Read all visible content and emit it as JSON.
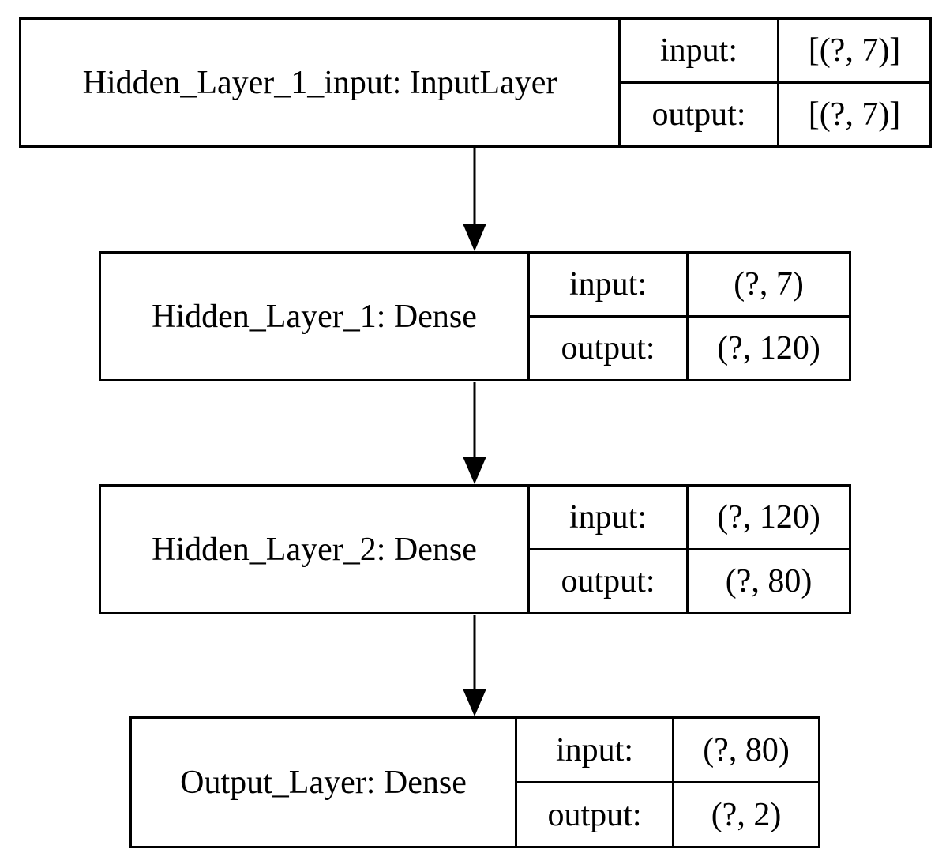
{
  "layers": [
    {
      "name": "Hidden_Layer_1_input: InputLayer",
      "input_label": "input:",
      "input_shape": "[(?, 7)]",
      "output_label": "output:",
      "output_shape": "[(?, 7)]"
    },
    {
      "name": "Hidden_Layer_1: Dense",
      "input_label": "input:",
      "input_shape": "(?, 7)",
      "output_label": "output:",
      "output_shape": "(?, 120)"
    },
    {
      "name": "Hidden_Layer_2: Dense",
      "input_label": "input:",
      "input_shape": "(?, 120)",
      "output_label": "output:",
      "output_shape": "(?, 80)"
    },
    {
      "name": "Output_Layer: Dense",
      "input_label": "input:",
      "input_shape": "(?, 80)",
      "output_label": "output:",
      "output_shape": "(?, 2)"
    }
  ],
  "edges": [
    {
      "from": "Hidden_Layer_1_input",
      "to": "Hidden_Layer_1"
    },
    {
      "from": "Hidden_Layer_1",
      "to": "Hidden_Layer_2"
    },
    {
      "from": "Hidden_Layer_2",
      "to": "Output_Layer"
    }
  ],
  "colors": {
    "line": "#000000",
    "background": "#ffffff"
  }
}
